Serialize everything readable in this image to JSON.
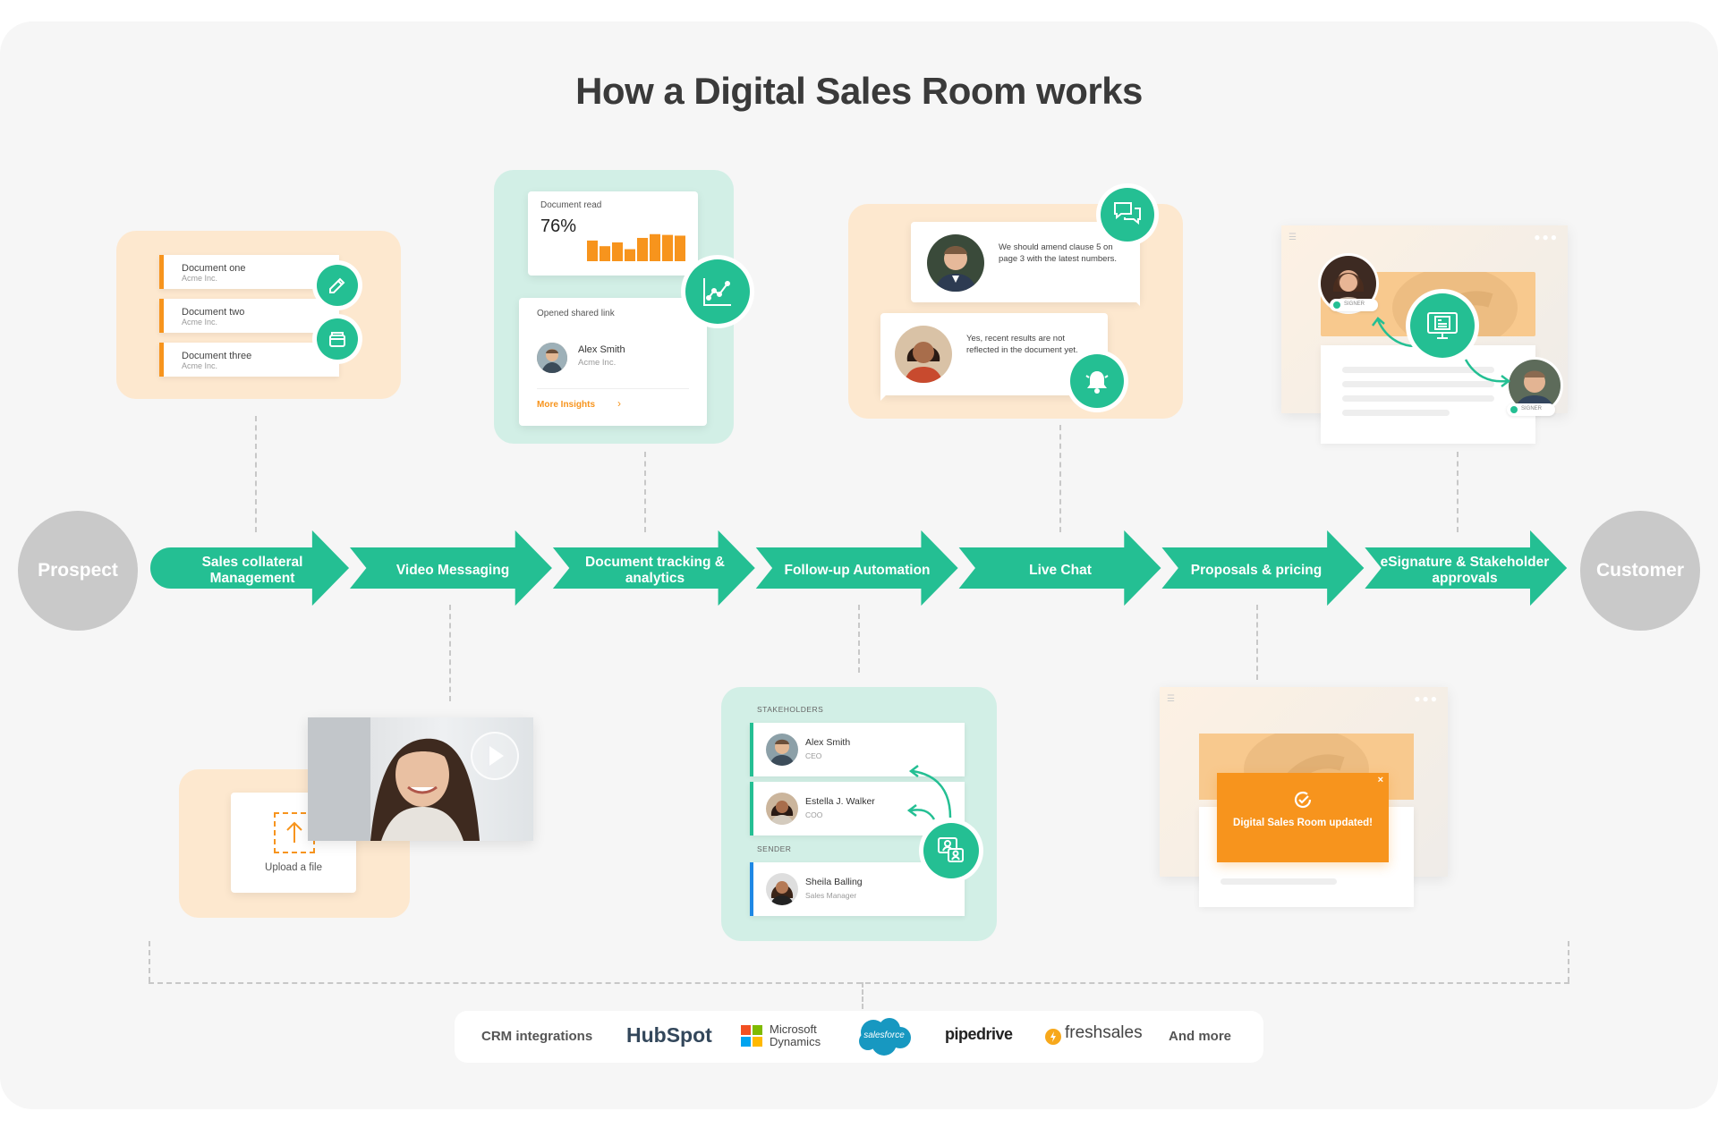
{
  "title": "How a Digital Sales Room works",
  "endpoints": {
    "start": "Prospect",
    "end": "Customer"
  },
  "stages": [
    {
      "label": "Sales collateral Management"
    },
    {
      "label": "Video Messaging"
    },
    {
      "label": "Document tracking & analytics"
    },
    {
      "label": "Follow-up Automation"
    },
    {
      "label": "Live Chat"
    },
    {
      "label": "Proposals & pricing"
    },
    {
      "label": "eSignature & Stakeholder approvals"
    }
  ],
  "colors": {
    "accent": "#24bf93",
    "orange": "#f7941d",
    "peach": "#fde8cf",
    "mint": "#d2efe6",
    "endpoint": "#c9c9c9"
  },
  "collateral": {
    "docs": [
      {
        "name": "Document one",
        "company": "Acme Inc."
      },
      {
        "name": "Document two",
        "company": "Acme Inc."
      },
      {
        "name": "Document three",
        "company": "Acme Inc."
      }
    ],
    "icons": [
      "edit-icon",
      "folder-icon"
    ]
  },
  "tracking": {
    "read_label": "Document read",
    "read_value": "76%",
    "bars": [
      0.55,
      0.4,
      0.5,
      0.32,
      0.62,
      0.72,
      0.7,
      0.68
    ],
    "link_label": "Opened shared link",
    "person_name": "Alex Smith",
    "person_company": "Acme Inc.",
    "more_label": "More Insights",
    "icon": "line-chart-icon"
  },
  "chat": {
    "message_1": "We should amend clause 5 on page 3 with the latest numbers.",
    "message_2": "Yes, recent results are not reflected in the document yet.",
    "icons": [
      "chat-bubbles-icon",
      "bell-icon"
    ]
  },
  "esignature": {
    "signer_badge": "SIGNER",
    "icon": "contract-screen-icon"
  },
  "video": {
    "upload_label": "Upload a file",
    "icons": [
      "upload-icon",
      "play-icon"
    ]
  },
  "followup": {
    "stakeholders_header": "STAKEHOLDERS",
    "stakeholders": [
      {
        "name": "Alex Smith",
        "role": "CEO"
      },
      {
        "name": "Estella J. Walker",
        "role": "COO"
      }
    ],
    "sender_header": "SENDER",
    "sender": {
      "name": "Sheila Balling",
      "role": "Sales Manager"
    },
    "icon": "people-chat-icon"
  },
  "proposals": {
    "notification": "Digital Sales Room updated!",
    "icons": [
      "check-circle-icon",
      "close-icon"
    ]
  },
  "crm": {
    "label": "CRM integrations",
    "logos": {
      "hubspot": "HubSpot",
      "microsoft_1": "Microsoft",
      "microsoft_2": "Dynamics",
      "salesforce": "salesforce",
      "pipedrive": "pipedrive",
      "freshsales": "freshsales"
    },
    "more": "And more"
  }
}
